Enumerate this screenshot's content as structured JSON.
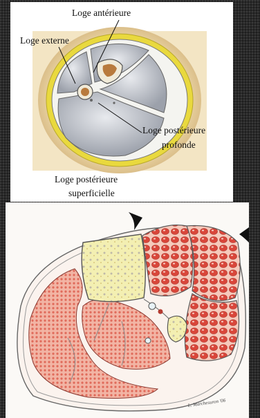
{
  "top_diagram": {
    "labels": {
      "loge_anterieure": "Loge antérieure",
      "loge_externe": "Loge externe",
      "loge_posterieure_profonde_line1": "Loge postérieure",
      "loge_posterieure_profonde_line2": "profonde",
      "loge_posterieure_superficielle_line1": "Loge postérieure",
      "loge_posterieure_superficielle_line2": "superficielle"
    }
  },
  "bottom_diagram": {
    "signature": "L. Marchesuron '06"
  },
  "colors": {
    "skin": "#e8cf9a",
    "fat": "#e6dc3c",
    "compartment": "#c9ccd3",
    "bone": "#d9a466",
    "muscle": "#d94a3e",
    "muscle_light": "#f2b3a3"
  }
}
